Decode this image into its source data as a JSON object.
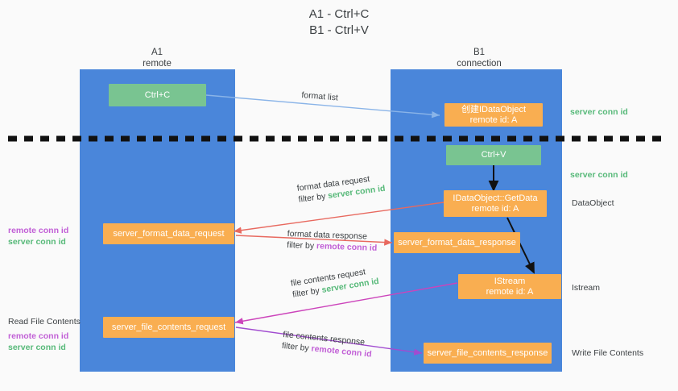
{
  "title": {
    "line1": "A1 - Ctrl+C",
    "line2": "B1 - Ctrl+V"
  },
  "columns": [
    {
      "id": "a1",
      "name": "A1",
      "sub": "remote"
    },
    {
      "id": "b1",
      "name": "B1",
      "sub": "connection"
    }
  ],
  "nodes": {
    "ctrl_c": {
      "label": "Ctrl+C"
    },
    "create_dataobject": {
      "line1": "创建IDataObject",
      "line2": "remote id: A"
    },
    "ctrl_v": {
      "label": "Ctrl+V"
    },
    "getdata": {
      "line1": "IDataObject::GetData",
      "line2": "remote id: A"
    },
    "format_data_request": {
      "label": "server_format_data_request"
    },
    "format_data_response": {
      "label": "server_format_data_response"
    },
    "istream": {
      "line1": "IStream",
      "line2": "remote id: A"
    },
    "file_contents_request": {
      "label": "server_file_contents_request"
    },
    "file_contents_response": {
      "label": "server_file_contents_response"
    }
  },
  "edges": {
    "format_list": {
      "label": "format list"
    },
    "format_data_request": {
      "line1": "format data request",
      "line2_prefix": "filter by ",
      "line2_token": "server conn id"
    },
    "format_data_response": {
      "line1": "format data response",
      "line2_prefix": "filter by ",
      "line2_token": "remote conn id"
    },
    "file_contents_request": {
      "line1": "file contents request",
      "line2_prefix": "filter by ",
      "line2_token": "server conn id"
    },
    "file_contents_response": {
      "line1": "file contents response",
      "line2_prefix": "filter by ",
      "line2_token": "remote conn id"
    }
  },
  "right_labels": {
    "server_conn_id_top": "server conn id",
    "server_conn_id_mid": "server conn id",
    "dataobject": "DataObject",
    "istream": "Istream",
    "write_file_contents": "Write File Contents"
  },
  "left_labels": {
    "remote_conn_id_1": "remote conn id",
    "server_conn_id_1": "server conn id",
    "read_file_contents": "Read File Contents",
    "remote_conn_id_2": "remote conn id",
    "server_conn_id_2": "server conn id"
  },
  "colors": {
    "column_blue": "#4a86da",
    "node_green": "#79c491",
    "node_orange": "#f9ae51",
    "accent_server": "#57b979",
    "accent_remote": "#c15fd6",
    "edge_blue": "#8ab4e8",
    "edge_red": "#e8695f",
    "edge_magenta": "#cc44bb",
    "edge_purple": "#a14bd0",
    "edge_black": "#111111",
    "background": "#fafafa"
  }
}
